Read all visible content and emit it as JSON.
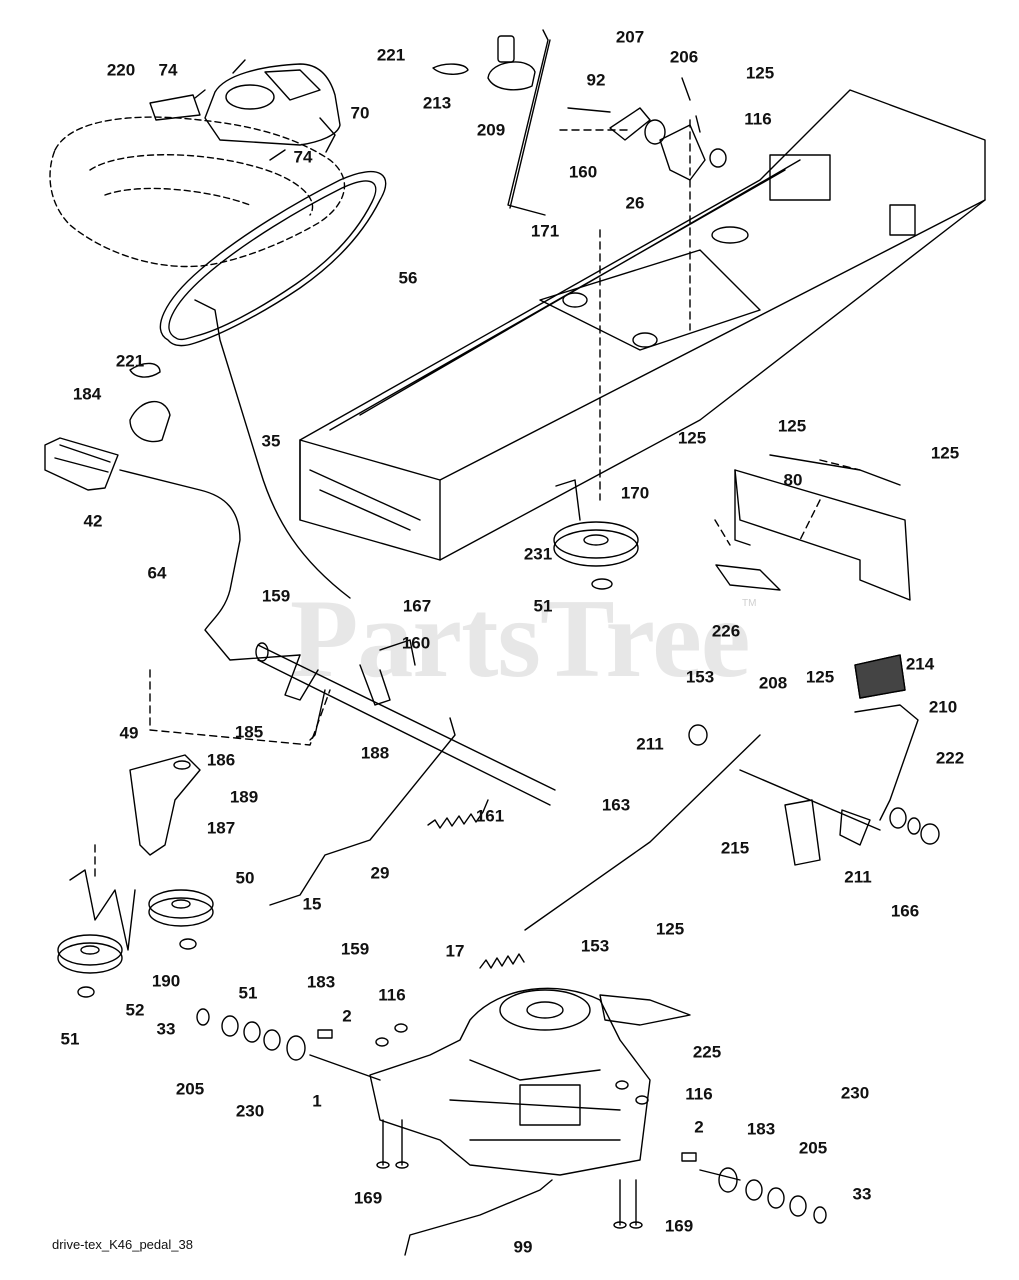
{
  "diagram": {
    "watermark": "PartsTree",
    "trademark": "TM",
    "footer_caption": "drive-tex_K46_pedal_38",
    "callouts": [
      "220",
      "74",
      "74",
      "70",
      "221",
      "213",
      "209",
      "92",
      "207",
      "206",
      "125",
      "116",
      "160",
      "26",
      "171",
      "56",
      "221",
      "184",
      "42",
      "35",
      "64",
      "159",
      "167",
      "160",
      "188",
      "185",
      "49",
      "186",
      "189",
      "187",
      "50",
      "190",
      "52",
      "51",
      "29",
      "15",
      "159",
      "161",
      "170",
      "231",
      "51",
      "125",
      "125",
      "80",
      "125",
      "226",
      "214",
      "153",
      "208",
      "125",
      "210",
      "211",
      "163",
      "222",
      "211",
      "166",
      "215",
      "17",
      "153",
      "125",
      "225",
      "116",
      "183",
      "2",
      "33",
      "205",
      "230",
      "1",
      "116",
      "169",
      "99",
      "2",
      "183",
      "230",
      "205",
      "33",
      "169",
      "51"
    ]
  }
}
